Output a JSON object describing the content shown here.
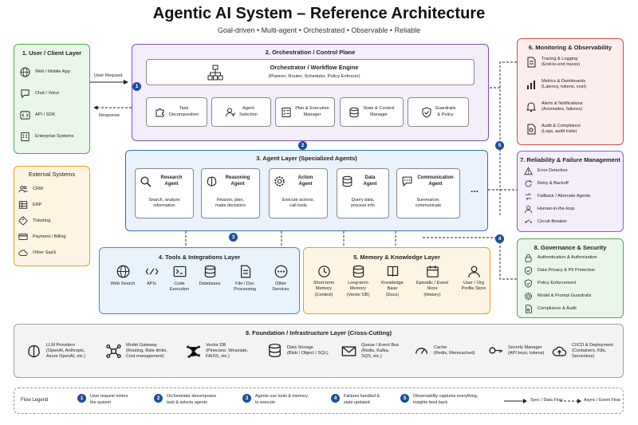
{
  "title": "Agentic AI System – Reference Architecture",
  "subtitle": "Goal-driven • Multi-agent • Orchestrated • Observable • Reliable",
  "colors": {
    "user": "#4caf50",
    "orch": "#7c4dbb",
    "agent": "#2b72b8",
    "tools": "#3a8fc7",
    "memory": "#e3a21a",
    "monitor": "#d94a4a",
    "reliability": "#8b5cc6",
    "governance": "#5aa04f",
    "external": "#e3a21a",
    "badge": "#1f4e9c"
  },
  "user_layer": {
    "title": "1. User / Client Layer",
    "items": [
      "Web / Mobile App",
      "Chat / Voice",
      "API / SDK",
      "Enterprise Systems"
    ]
  },
  "flows": {
    "user_request": "User Request",
    "response": "Response"
  },
  "orchestration": {
    "title": "2. Orchestration / Control Plane",
    "engine_title": "Orchestrator / Workflow Engine",
    "engine_sub": "(Planner, Router, Scheduler, Policy Enforcer)",
    "modules": [
      {
        "l1": "Task",
        "l2": "Decomposition"
      },
      {
        "l1": "Agent",
        "l2": "Selection"
      },
      {
        "l1": "Plan & Execution",
        "l2": "Manager"
      },
      {
        "l1": "State & Context",
        "l2": "Manager"
      },
      {
        "l1": "Guardrails",
        "l2": "& Policy"
      }
    ]
  },
  "monitoring": {
    "title": "6. Monitoring & Observability",
    "items": [
      {
        "l1": "Tracing & Logging",
        "l2": "(End-to-end traces)"
      },
      {
        "l1": "Metrics & Dashboards",
        "l2": "(Latency, tokens, cost)"
      },
      {
        "l1": "Alerts & Notifications",
        "l2": "(Anomalies, failures)"
      },
      {
        "l1": "Audit & Compliance",
        "l2": "(Logs, audit trails)"
      }
    ]
  },
  "agent_layer": {
    "title": "3. Agent Layer (Specialized Agents)",
    "agents": [
      {
        "n1": "Research",
        "n2": "Agent",
        "d1": "Search, analyze",
        "d2": "information"
      },
      {
        "n1": "Reasoning",
        "n2": "Agent",
        "d1": "Reason, plan,",
        "d2": "make decisions"
      },
      {
        "n1": "Action",
        "n2": "Agent",
        "d1": "Execute actions,",
        "d2": "call tools"
      },
      {
        "n1": "Data",
        "n2": "Agent",
        "d1": "Query data,",
        "d2": "process info"
      },
      {
        "n1": "Communication",
        "n2": "Agent",
        "d1": "Summarize,",
        "d2": "communicate"
      }
    ],
    "more": "..."
  },
  "external": {
    "title": "External Systems",
    "items": [
      "CRM",
      "ERP",
      "Ticketing",
      "Payment / Billing",
      "Other SaaS"
    ]
  },
  "reliability": {
    "title": "7. Reliability & Failure Management",
    "items": [
      "Error Detection",
      "Retry & Backoff",
      "Fallback / Alternate Agents",
      "Human-in-the-loop",
      "Circuit Breaker"
    ]
  },
  "governance": {
    "title": "8. Governance & Security",
    "items": [
      "Authentication & Authorization",
      "Data Privacy & PII Protection",
      "Policy Enforcement",
      "Model & Prompt Guardrails",
      "Compliance & Audit"
    ]
  },
  "tools": {
    "title": "4. Tools & Integrations Layer",
    "items": [
      {
        "l1": "Web Search",
        "l2": ""
      },
      {
        "l1": "APIs",
        "l2": ""
      },
      {
        "l1": "Code",
        "l2": "Execution"
      },
      {
        "l1": "Databases",
        "l2": ""
      },
      {
        "l1": "File / Doc",
        "l2": "Processing"
      },
      {
        "l1": "Other",
        "l2": "Services"
      }
    ]
  },
  "memory": {
    "title": "5. Memory & Knowledge Layer",
    "items": [
      {
        "l1": "Short-term",
        "l2": "Memory",
        "l3": "(Context)"
      },
      {
        "l1": "Long-term",
        "l2": "Memory",
        "l3": "(Vector DB)"
      },
      {
        "l1": "Knowledge",
        "l2": "Base",
        "l3": "(Docs)"
      },
      {
        "l1": "Episodic / Event",
        "l2": "Store",
        "l3": "(History)"
      },
      {
        "l1": "User / Org",
        "l2": "Profile Store",
        "l3": ""
      }
    ]
  },
  "foundation": {
    "title": "9. Foundation / Infrastructure Layer (Cross-Cutting)",
    "items": [
      {
        "l1": "LLM Providers",
        "l2": "(OpenAI, Anthropic,",
        "l3": "Azure OpenAI, etc.)"
      },
      {
        "l1": "Model Gateway",
        "l2": "(Routing, Rate limits,",
        "l3": "Cost management)"
      },
      {
        "l1": "Vector DB",
        "l2": "(Pinecone, Weaviate,",
        "l3": "FAISS, etc.)"
      },
      {
        "l1": "Data Storage",
        "l2": "(Blob / Object / SQL)",
        "l3": ""
      },
      {
        "l1": "Queue / Event Bus",
        "l2": "(Redis, Kafka,",
        "l3": "SQS, etc.)"
      },
      {
        "l1": "Cache",
        "l2": "(Redis, Memcached)",
        "l3": ""
      },
      {
        "l1": "Secrets Manager",
        "l2": "(API keys, tokens)",
        "l3": ""
      },
      {
        "l1": "CI/CD & Deployment",
        "l2": "(Containers, K8s,",
        "l3": "Serverless)"
      }
    ]
  },
  "legend": {
    "title": "Flow Legend",
    "steps": [
      {
        "n": "1",
        "l1": "User request enters",
        "l2": "the system"
      },
      {
        "n": "2",
        "l1": "Orchestrator decomposes",
        "l2": "task & selects agents"
      },
      {
        "n": "3",
        "l1": "Agents use tools & memory",
        "l2": "to execute"
      },
      {
        "n": "4",
        "l1": "Failures handled &",
        "l2": "state updated"
      },
      {
        "n": "5",
        "l1": "Observability captures everything,",
        "l2": "insights feed back"
      }
    ],
    "sync": "Sync / Data Flow",
    "async": "Async / Event Flow"
  },
  "badges": [
    "1",
    "2",
    "3",
    "4",
    "5"
  ]
}
